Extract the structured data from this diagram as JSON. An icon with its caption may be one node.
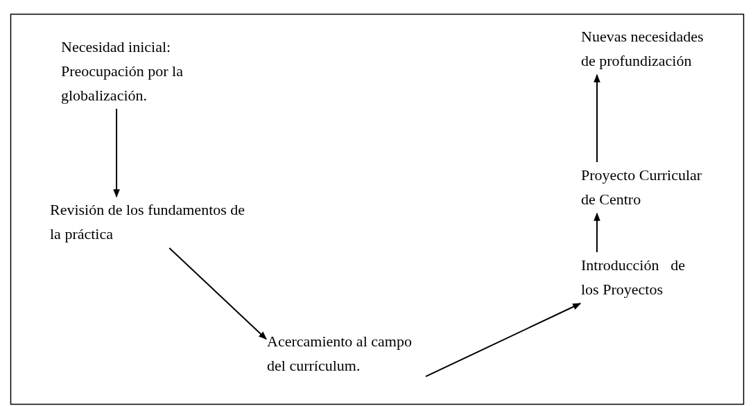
{
  "diagram": {
    "nodes": [
      {
        "text": [
          "Necesidad inicial: Preocupación por la globalización."
        ]
      },
      {
        "text": [
          "Revisión de los fundamentos de la práctica"
        ]
      },
      {
        "text": [
          "Acercamiento al campo del currículum."
        ]
      },
      {
        "text": [
          "Introducción de los Proyectos"
        ]
      },
      {
        "text": [
          "Proyecto Curricular de Centro"
        ]
      },
      {
        "text": [
          "Nuevas necesidades de profundización"
        ]
      }
    ],
    "edges": [
      {
        "from": 0,
        "to": 1,
        "arrow": "to"
      },
      {
        "from": 1,
        "to": 2,
        "arrow": "to"
      },
      {
        "from": 2,
        "to": 3,
        "arrow": "to"
      },
      {
        "from": 3,
        "to": 4,
        "arrow": "to"
      },
      {
        "from": 4,
        "to": 5,
        "arrow": "to"
      }
    ]
  }
}
